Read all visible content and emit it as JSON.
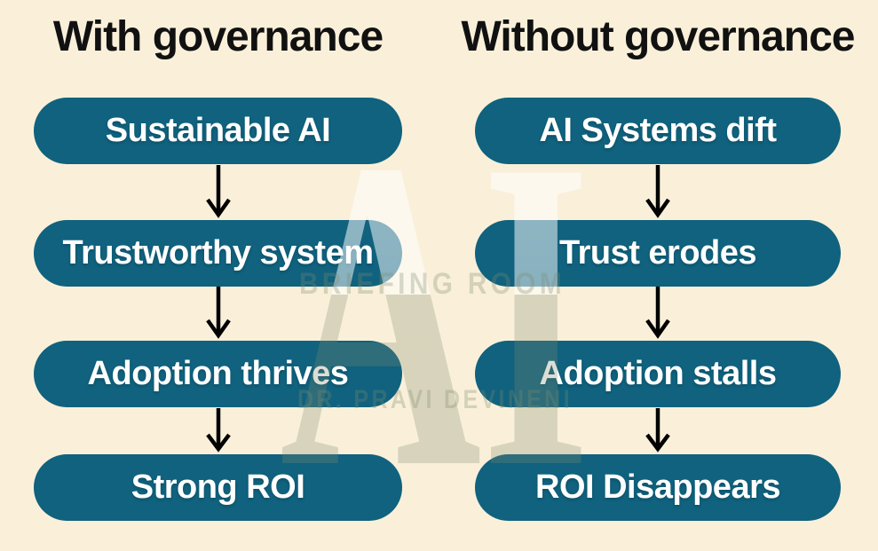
{
  "diagram": {
    "columns": [
      {
        "title": "With governance",
        "steps": [
          "Sustainable AI",
          "Trustworthy system",
          "Adoption thrives",
          "Strong ROI"
        ]
      },
      {
        "title": "Without governance",
        "steps": [
          "AI Systems dift",
          "Trust erodes",
          "Adoption stalls",
          "ROI Disappears"
        ]
      }
    ],
    "watermark": {
      "big_letters": "AI",
      "line1": "BRIEFING ROOM",
      "line2": "DR. PRAVI DEVINENI"
    },
    "colors": {
      "background": "#faf0da",
      "node_fill": "#10627e",
      "node_text": "#ffffff",
      "title_text": "#111111",
      "arrow": "#000000",
      "watermark_dark": "#7f8a6e"
    }
  }
}
